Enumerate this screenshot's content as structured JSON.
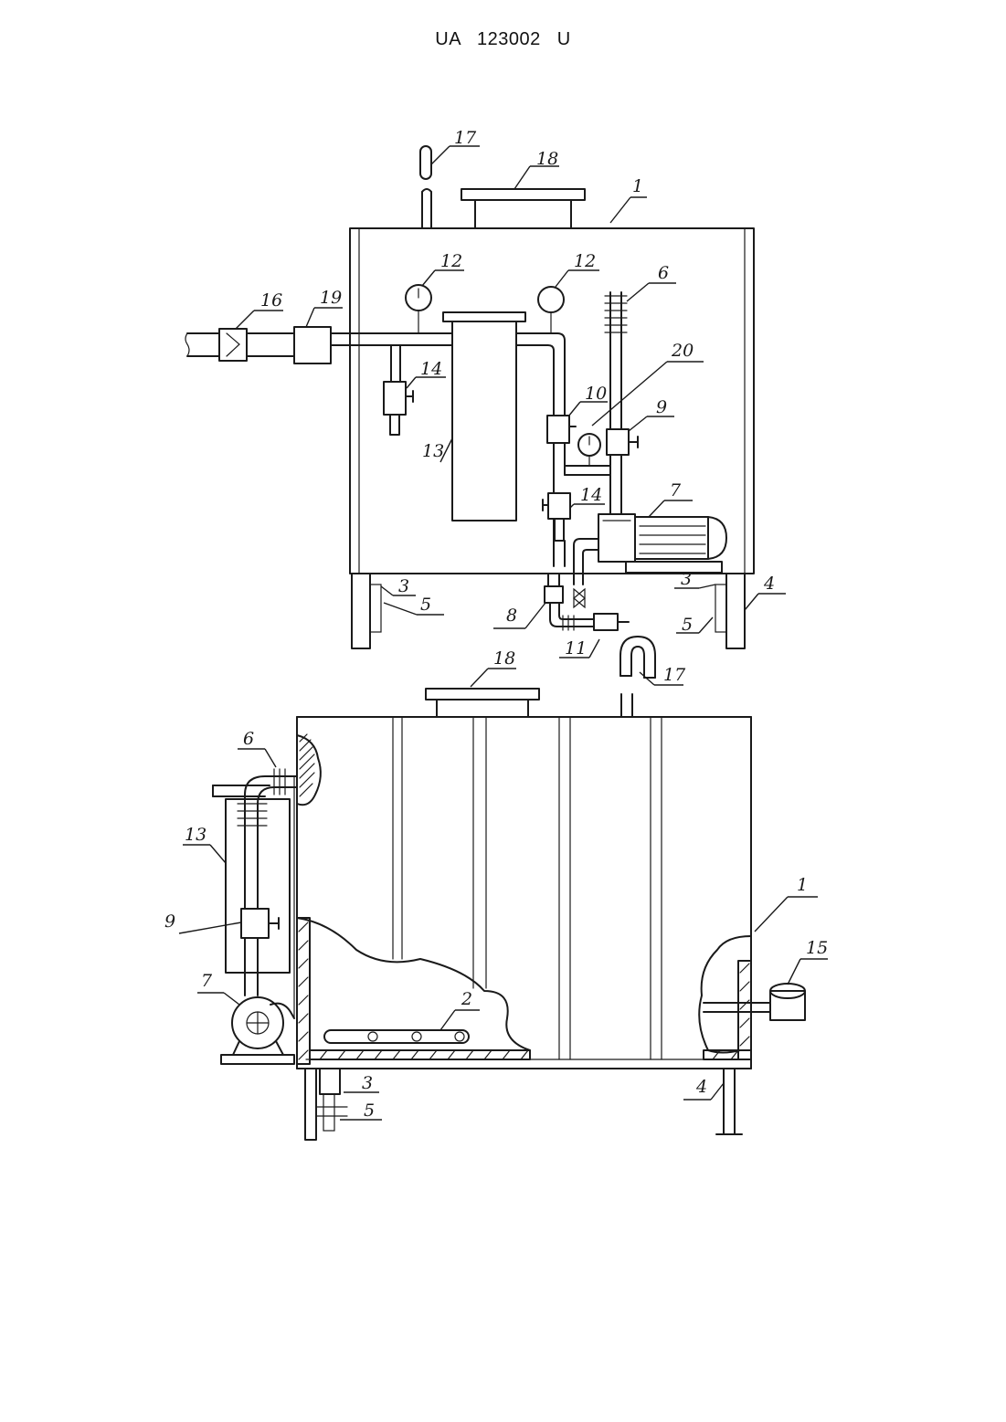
{
  "header": {
    "doc_number": "UA 123002 U"
  },
  "figure1": {
    "callouts": {
      "c1": "1",
      "c3a": "3",
      "c3b": "3",
      "c4": "4",
      "c5a": "5",
      "c5b": "5",
      "c6": "6",
      "c7": "7",
      "c8": "8",
      "c9": "9",
      "c10": "10",
      "c11": "11",
      "c12a": "12",
      "c12b": "12",
      "c13": "13",
      "c14a": "14",
      "c14b": "14",
      "c16": "16",
      "c17a": "17",
      "c17b": "17",
      "c18": "18",
      "c19": "19",
      "c20": "20"
    }
  },
  "figure2": {
    "callouts": {
      "c1": "1",
      "c2": "2",
      "c3": "3",
      "c4": "4",
      "c5": "5",
      "c6": "6",
      "c7": "7",
      "c9": "9",
      "c13": "13",
      "c15": "15",
      "c18": "18"
    }
  }
}
